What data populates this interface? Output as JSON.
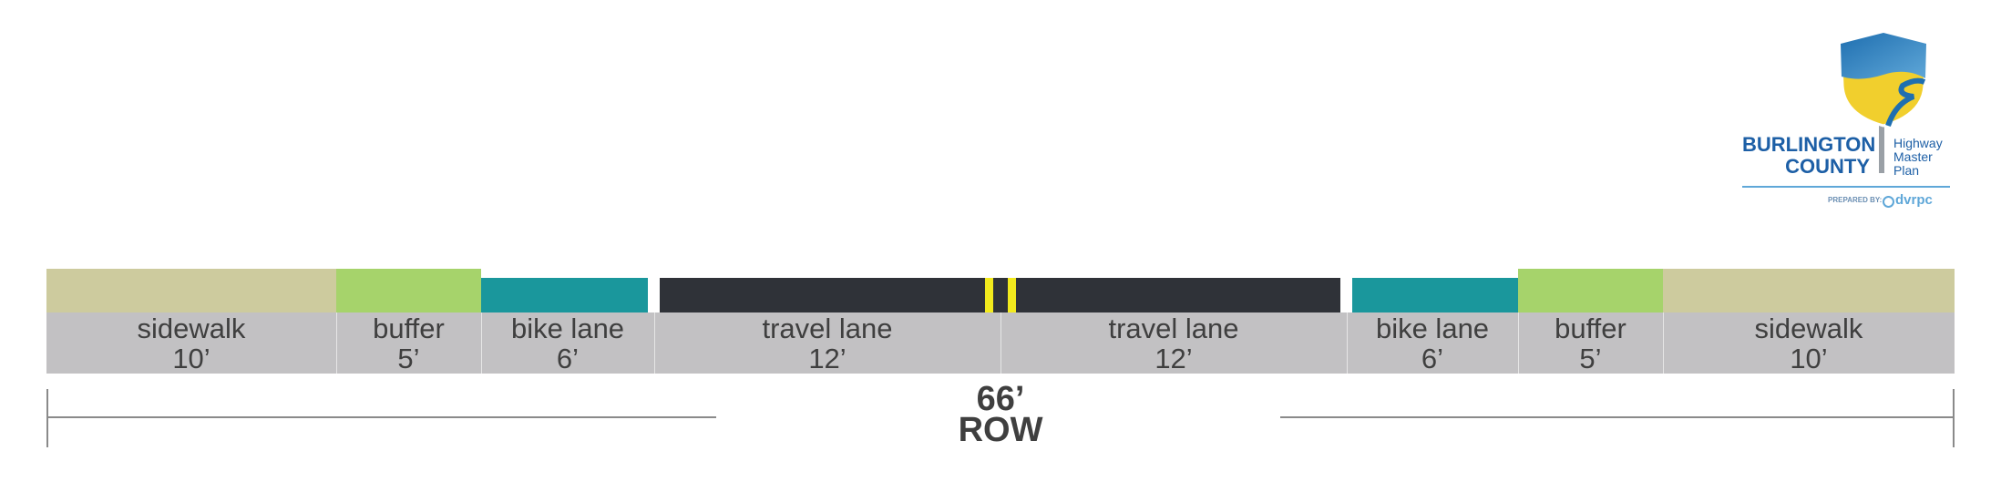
{
  "segments": [
    {
      "label": "sidewalk",
      "width": "10’"
    },
    {
      "label": "buffer",
      "width": "5’"
    },
    {
      "label": "bike lane",
      "width": "6’"
    },
    {
      "label": "travel lane",
      "width": "12’"
    },
    {
      "label": "travel lane",
      "width": "12’"
    },
    {
      "label": "bike lane",
      "width": "6’"
    },
    {
      "label": "buffer",
      "width": "5’"
    },
    {
      "label": "sidewalk",
      "width": "10’"
    }
  ],
  "total": {
    "width": "66’",
    "label": "ROW"
  },
  "colors": {
    "sidewalk": "#cdcb9e",
    "buffer": "#a6d36b",
    "bike_lane": "#1a979c",
    "travel_lane": "#2f3238",
    "centerline": "#f2ea1d",
    "label_bg": "#c2c1c3",
    "text": "#3f3f3f"
  },
  "logo": {
    "line1": "BURLINGTON",
    "line2": "COUNTY",
    "line3": "Highway",
    "line4": "Master",
    "line5": "Plan",
    "prepared_by": "PREPARED BY:",
    "org": "dvrpc"
  }
}
